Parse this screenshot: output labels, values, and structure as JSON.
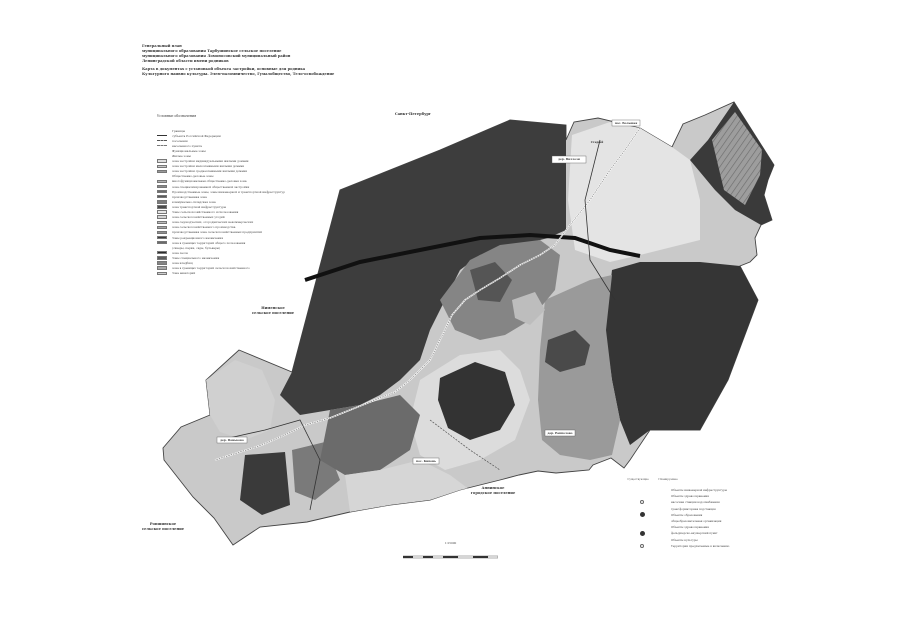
{
  "header": {
    "line1": "Генеральный план",
    "line2": "муниципального образования Тарбушинское сельское поселение",
    "line3": "муниципального образования Ломоносовский муниципальный район",
    "line4": "Ленинградской области имени родников",
    "line5": "Карта в документах с установкой объекта застройки, основные для родника",
    "line6": "Культурного наивно культуры. Элем-паломничество, Гумалобщество, Тело-освобождение"
  },
  "place_labels": {
    "north": "Санкт-Петербург",
    "west_l1": "Нименское",
    "west_l2": "сельское поселение",
    "southwest_l1": "Ропшинское",
    "southwest_l2": "сельское поселение",
    "south_l1": "Аннинское",
    "south_l2": "городское поселение",
    "town_ne": "пос. Большая",
    "town_ne2": "Старый",
    "town_mid": "дер. Виллози",
    "town_center": "дер. Рапполово",
    "town_west": "дер. Пеньково",
    "town_south": "пос. Кипень"
  },
  "legend_left": {
    "title": "Условные обозначения",
    "items": [
      {
        "text": "Границы",
        "sw": "none"
      },
      {
        "text": "субъекта Российской Федерации",
        "sw": "line",
        "color": "#333333"
      },
      {
        "text": "поселения",
        "sw": "dash",
        "color": "#555555"
      },
      {
        "text": "населенного пункта",
        "sw": "dash",
        "color": "#777777"
      },
      {
        "text": "Функциональные зоны",
        "sw": "none"
      },
      {
        "text": "Жилые зоны",
        "sw": "none"
      },
      {
        "text": "зона застройки индивидуальными жилыми домами",
        "sw": "fill",
        "color": "#dedede"
      },
      {
        "text": "зона застройки малоэтажными жилыми домами",
        "sw": "fill",
        "color": "#c8c8c8"
      },
      {
        "text": "зона застройки среднеэтажными жилыми домами",
        "sw": "fill",
        "color": "#9a9a9a"
      },
      {
        "text": "Общественно-деловые зоны",
        "sw": "none"
      },
      {
        "text": "многофункциональная общественно-деловая зона",
        "sw": "fill",
        "color": "#b2b2b2"
      },
      {
        "text": "зона специализированной общественной застройки",
        "sw": "fill",
        "color": "#8a8a8a"
      },
      {
        "text": "Производственные зоны, зоны инженерной и транспортной инфраструктур",
        "sw": "fill",
        "color": "#6e6e6e"
      },
      {
        "text": "производственная зона",
        "sw": "fill",
        "color": "#5a5a5a"
      },
      {
        "text": "коммунально-складская зона",
        "sw": "fill",
        "color": "#7c7c7c"
      },
      {
        "text": "зона транспортной инфраструктуры",
        "sw": "fill",
        "color": "#4a4a4a"
      },
      {
        "text": "Зоны сельскохозяйственного использования",
        "sw": "fill",
        "color": "#e6e6e6"
      },
      {
        "text": "зона сельскохозяйственных угодий",
        "sw": "fill",
        "color": "#d4d4d4"
      },
      {
        "text": "зона садоводческих, огороднических некоммерческих",
        "sw": "fill",
        "color": "#bcbcbc"
      },
      {
        "text": "зона сельскохозяйственного производства",
        "sw": "fill",
        "color": "#a4a4a4"
      },
      {
        "text": "производственная зона сельскохозяйственных предприятий",
        "sw": "fill",
        "color": "#919191"
      },
      {
        "text": "Зоны рекреационного назначения",
        "sw": "fill",
        "color": "#3e3e3e"
      },
      {
        "text": "зона в границах территорий общего пользования",
        "sw": "fill",
        "color": "#6a6a6a"
      },
      {
        "text": "(скверы, парки, сады, бульвары)",
        "sw": "none"
      },
      {
        "text": "зона лесов",
        "sw": "fill",
        "color": "#2c2c2c"
      },
      {
        "text": "Зоны специального назначения",
        "sw": "fill",
        "color": "#5e5e5e"
      },
      {
        "text": "зона кладбищ",
        "sw": "fill",
        "color": "#858585"
      },
      {
        "text": "зона в границах территорий сельскохозяйственного",
        "sw": "fill",
        "color": "#a8a8a8"
      },
      {
        "text": "Зона акваторий",
        "sw": "fill",
        "color": "#cfcfcf"
      }
    ]
  },
  "legend_right": {
    "col1": "Существующие",
    "col2": "Планируемые",
    "rows": [
      {
        "sym": "none",
        "text": "Объекты инженерной инфраструктуры"
      },
      {
        "sym": "none",
        "text": "Объекты здравоохранения"
      },
      {
        "sym": "ring",
        "text": "насосная станция водоснабжения"
      },
      {
        "sym": "none",
        "text": "трансформаторная подстанция"
      },
      {
        "sym": "dot",
        "text": "Объекты образования"
      },
      {
        "sym": "none",
        "text": "общеобразовательная организация"
      },
      {
        "sym": "none",
        "text": "Объекты здравоохранения"
      },
      {
        "sym": "dot",
        "text": "фельдшерско-акушерский пункт"
      },
      {
        "sym": "none",
        "text": "Объекты культуры"
      },
      {
        "sym": "ring",
        "text": "Территории предлагаемые к включению"
      }
    ]
  },
  "scale": {
    "label": "1:25000"
  }
}
